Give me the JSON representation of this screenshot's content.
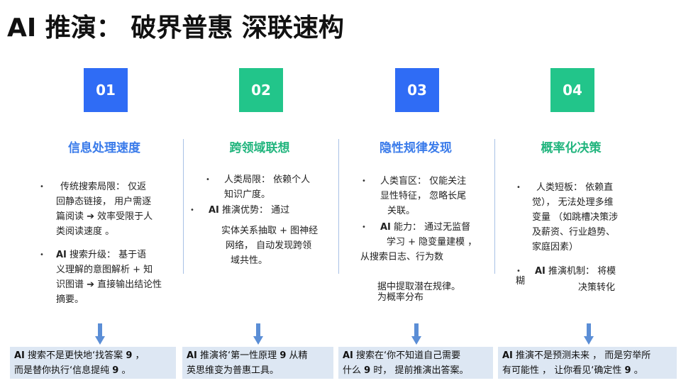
{
  "title": "AI 推演： 破界普惠 深联速构",
  "colors": {
    "blue": "#2f6cf5",
    "green": "#22c58a",
    "heading_blue": "#3a7bea",
    "heading_green": "#22b57e",
    "bottom_bg": "#dde7f3"
  },
  "columns": [
    {
      "num": "01",
      "heading": "信息处理速度"
    },
    {
      "num": "02",
      "heading": "跨领域联想"
    },
    {
      "num": "03",
      "heading": "隐性规律发现"
    },
    {
      "num": "04",
      "heading": "概率化决策"
    }
  ],
  "col1": {
    "p1": [
      "传统搜索局限： 仅返",
      "回静态链接， 用户需逐",
      "篇阅读 ➔ 效率受限于人",
      "类阅读速度 。"
    ],
    "p2_bold": "AI",
    "p2": [
      " 搜索升级： 基于语",
      "义理解的意图解析 + 知",
      "识图谱 ➔ 直接输出结论性",
      "摘要。"
    ]
  },
  "col2": {
    "p1": [
      "人类局限： 依赖个人",
      "知识广度。"
    ],
    "p2_bold": "AI",
    "p2_first": " 推演优势： 通过",
    "p2": [
      "实体关系抽取 + 图神经",
      "网络， 自动发现跨领",
      "域共性。"
    ]
  },
  "col3": {
    "p1": [
      "人类盲区： 仅能关注",
      "显性特征， 忽略长尾",
      "关联。"
    ],
    "p2_bold": "AI",
    "p2_first": " 能力： 通过无监督",
    "p2": [
      "学习 + 隐变量建模 ，",
      "从搜索日志、行为数"
    ],
    "p3": [
      "据中提取潜在规律。",
      "为概率分布"
    ]
  },
  "col4": {
    "p1": [
      "人类短板： 依赖直",
      "觉）， 无法处理多维",
      "变量 （如跳槽决策涉",
      "及薪资、行业趋势、",
      "家庭因素）"
    ],
    "p2_bold": "AI",
    "p2_first": " 推演机制： 将模",
    "p2_wrap": "糊",
    "p2_tail": "决策转化"
  },
  "bottom": [
    {
      "b1": "AI",
      "t1": " 搜索不是更快地‘找答案 ",
      "b2": "9",
      "t2": " ，",
      "line2": "而是替你执行‘信息提纯 ",
      "b3": "9",
      "t3": " 。"
    },
    {
      "b1": "AI",
      "t1": " 推演将‘第一性原理 ",
      "b2": "9",
      "t2": " 从精",
      "line2": "英思维变为普惠工具。",
      "b3": "",
      "t3": ""
    },
    {
      "b1": "AI",
      "t1": " 搜索在‘你不知道自己需要",
      "b2": "",
      "t2": "",
      "line2": "什么 ",
      "b3": "9",
      "t3": " 时， 提前推演出答案。"
    },
    {
      "b1": "AI",
      "t1": " 推演不是预测未来 ， 而是穷举所",
      "b2": "",
      "t2": "",
      "line2": "有可能性 ， 让你看见‘确定性 ",
      "b3": "9",
      "t3": " 。"
    }
  ]
}
